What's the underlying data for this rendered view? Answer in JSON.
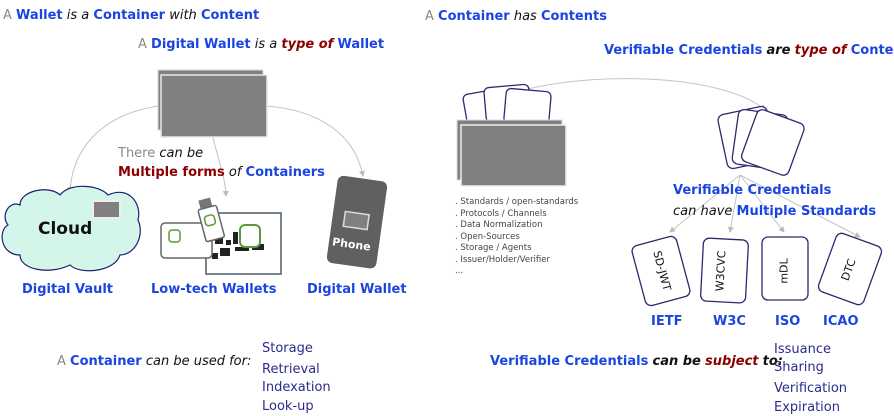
{
  "left": {
    "heading": {
      "a": "A",
      "w1": "Wallet",
      "w2": "is a",
      "w3": "Container",
      "w4": "with",
      "w5": "Content"
    },
    "sub": {
      "a": "A",
      "w1": "Digital Wallet",
      "w2": "is a",
      "w3": "type of",
      "w4": "Wallet"
    },
    "forms": {
      "a": "There",
      "b": "can be",
      "c": "Multiple forms",
      "d": "of",
      "e": "Containers"
    },
    "cloud_label": "Cloud",
    "phone_label": "Phone",
    "captions": [
      "Digital Vault",
      "Low-tech Wallets",
      "Digital Wallet"
    ],
    "uses": {
      "a": "A",
      "b": "Container",
      "c": "can be used for:",
      "items": [
        "Storage",
        "Retrieval",
        "Indexation",
        "Look-up"
      ]
    }
  },
  "right": {
    "heading": {
      "a": "A",
      "w1": "Container",
      "w2": "has",
      "w3": "Contents"
    },
    "sub": {
      "w1": "Verifiable Credentials",
      "w2": "are",
      "w3": "type of",
      "w4": "Content"
    },
    "bullets": [
      ". Standards / open-standards",
      ". Protocols / Channels",
      ". Data Normalization",
      ". Open-Sources",
      ". Storage / Agents",
      ". Issuer/Holder/Verifier",
      "..."
    ],
    "vc": {
      "a": "Verifiable Credentials",
      "b": "can have",
      "c": "Multiple Standards"
    },
    "standards": [
      "SD-JWT",
      "W3CVC",
      "mDL",
      "DTC"
    ],
    "orgs": [
      "IETF",
      "W3C",
      "ISO",
      "ICAO"
    ],
    "subject": {
      "a": "Verifiable Credentials",
      "b": "can be",
      "c": "subject",
      "d": "to:",
      "items": [
        "Issuance",
        "Sharing",
        "Verification",
        "Expiration"
      ]
    }
  },
  "colors": {
    "blue": "#1a45e0",
    "red": "#8b0000",
    "navy": "#2b2b8c",
    "gray": "#808080"
  }
}
